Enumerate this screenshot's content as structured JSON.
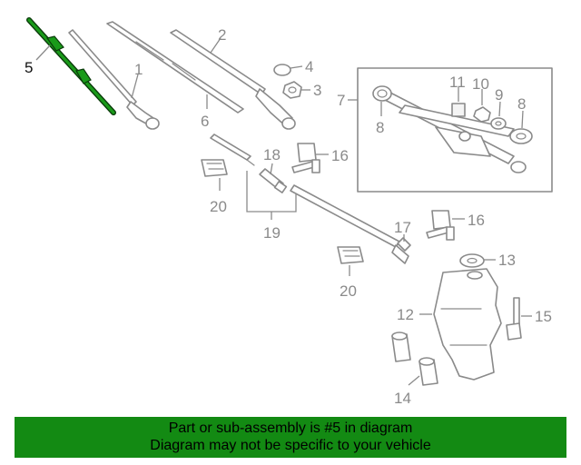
{
  "callouts": {
    "c1": "1",
    "c2": "2",
    "c3": "3",
    "c4": "4",
    "c5": "5",
    "c6": "6",
    "c7": "7",
    "c8a": "8",
    "c8b": "8",
    "c9": "9",
    "c10": "10",
    "c11": "11",
    "c12": "12",
    "c13": "13",
    "c14": "14",
    "c15": "15",
    "c16a": "16",
    "c16b": "16",
    "c17": "17",
    "c18": "18",
    "c19": "19",
    "c20a": "20",
    "c20b": "20"
  },
  "highlight_part": "5",
  "highlight_color": "#138a13",
  "banner": {
    "line1": "Part or sub-assembly is #5 in diagram",
    "line2": "Diagram may not be specific to your vehicle",
    "background": "#138a13"
  }
}
